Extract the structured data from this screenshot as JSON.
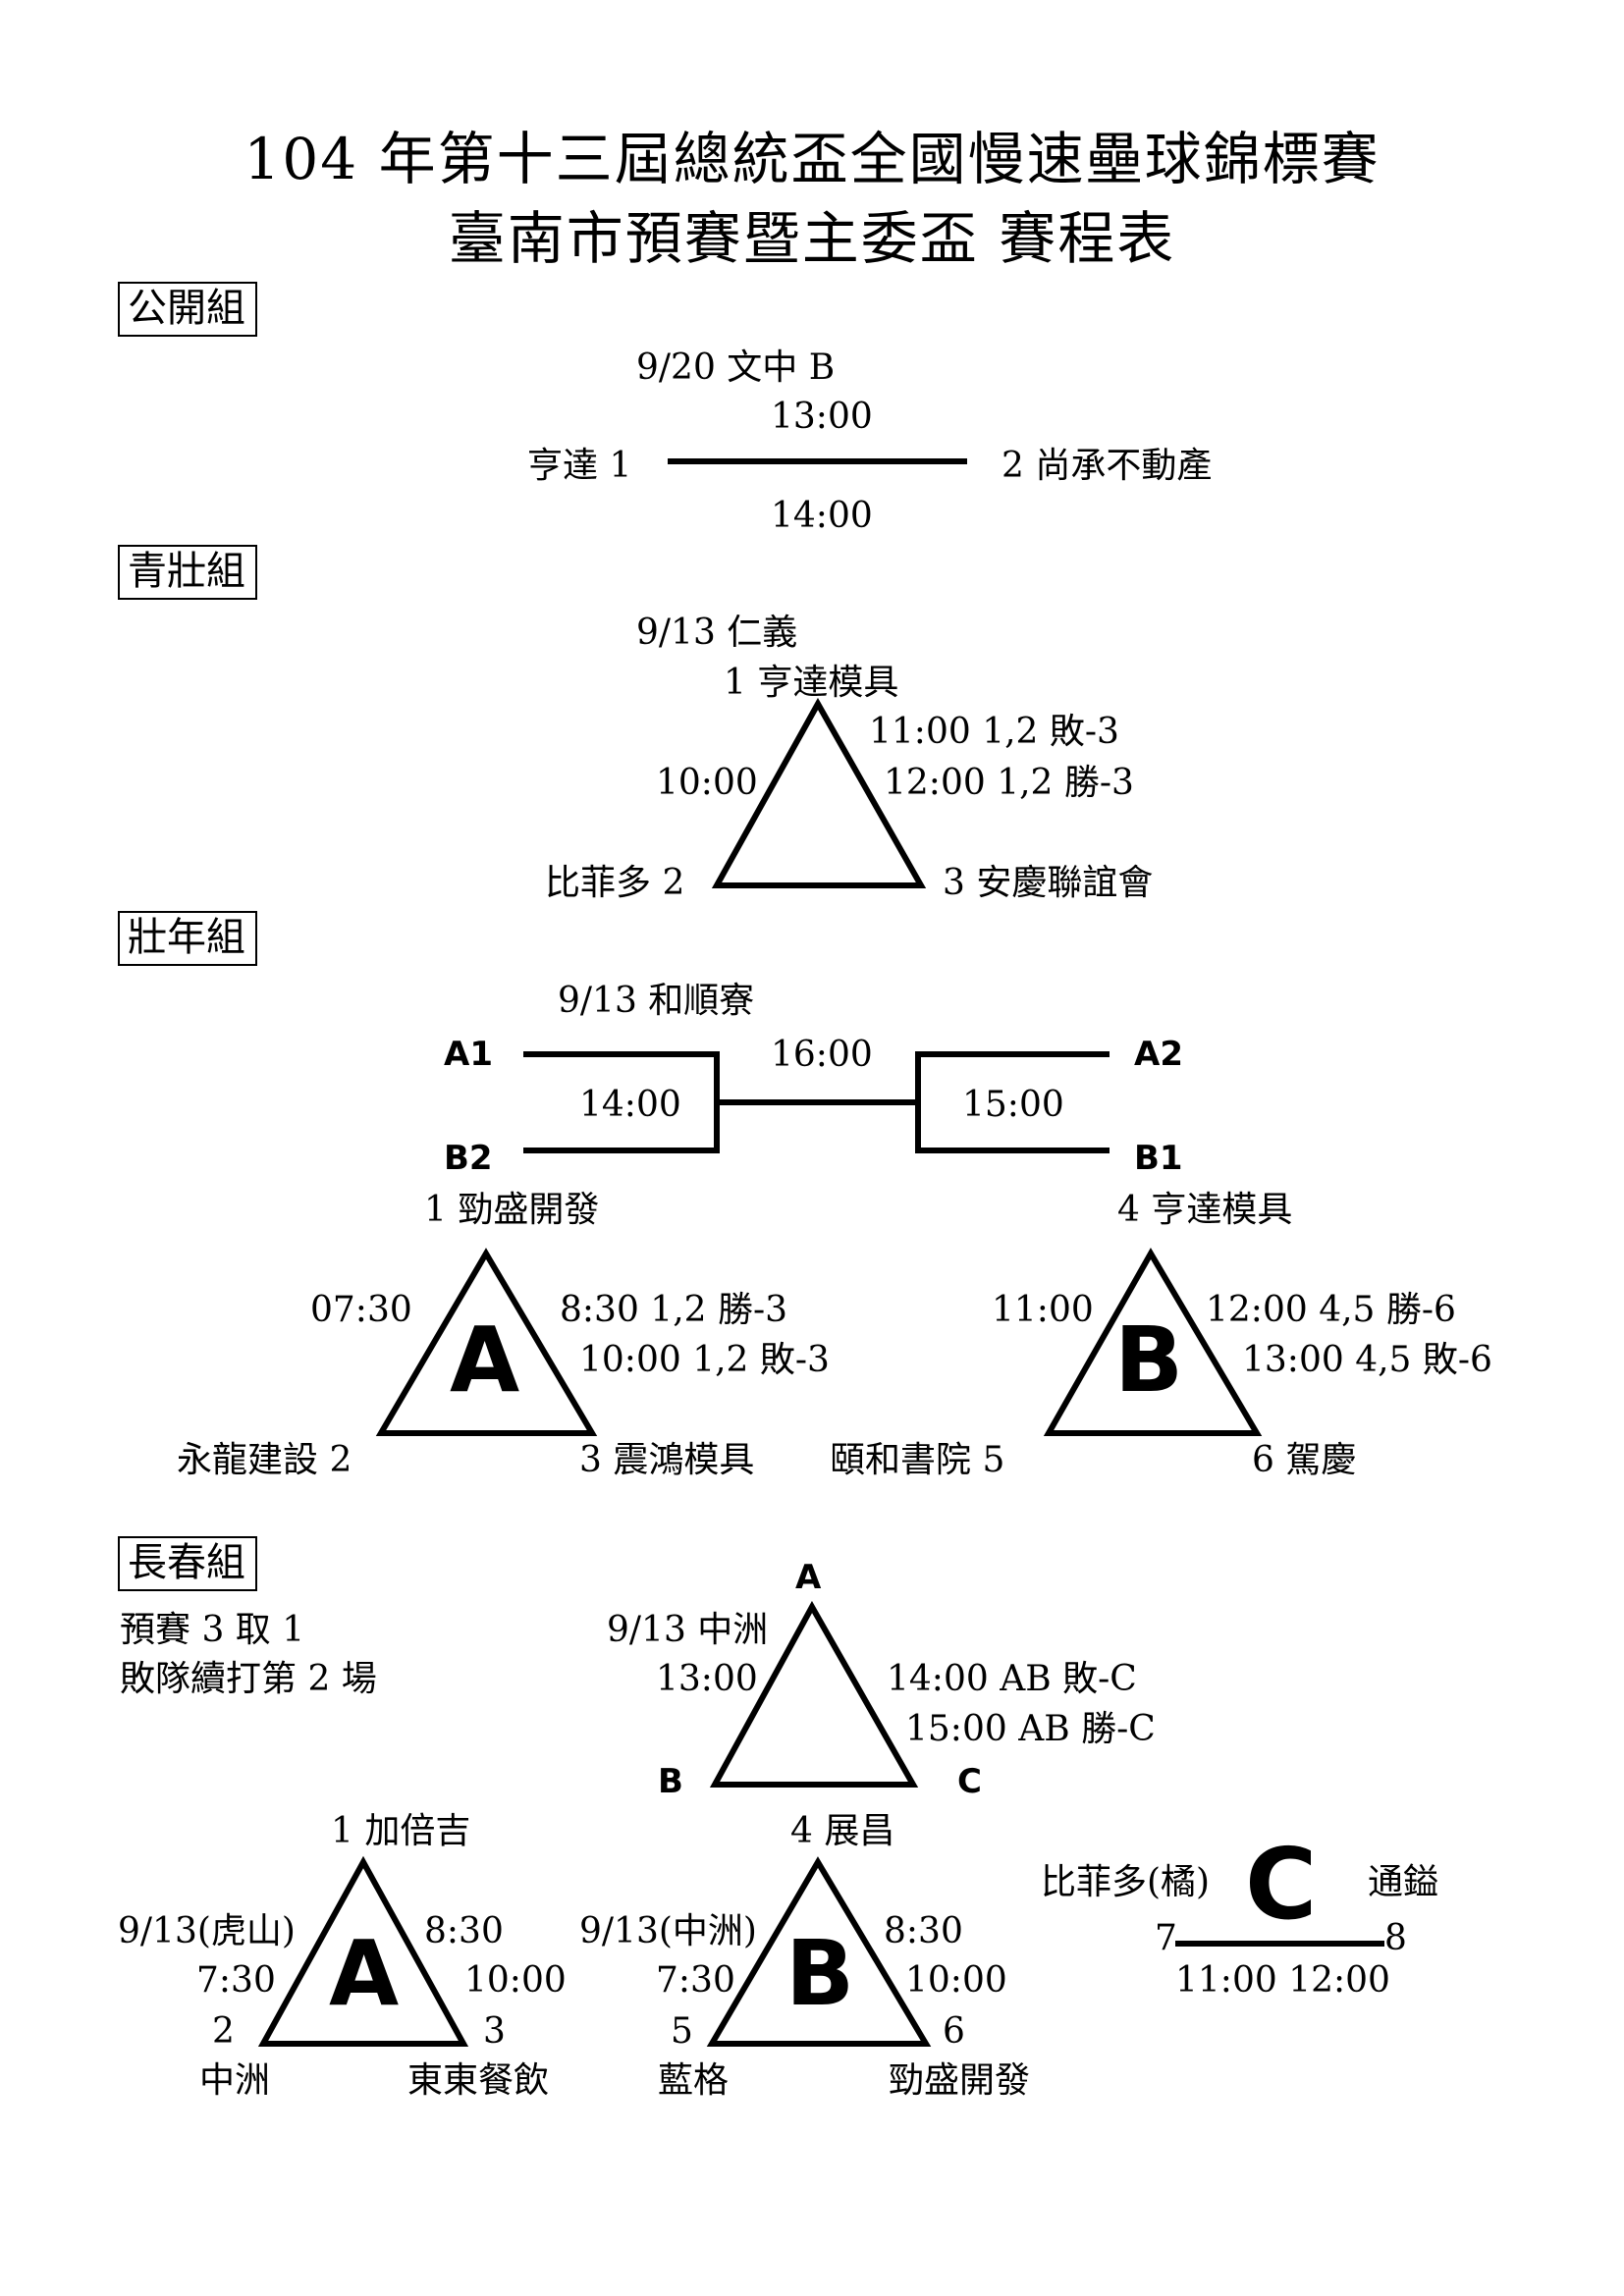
{
  "title": {
    "line1": "104 年第十三屆總統盃全國慢速壘球錦標賽",
    "line2": "臺南市預賽暨主委盃  賽程表"
  },
  "open": {
    "label": "公開組",
    "date_venue": "9/20  文中 B",
    "time_top": "13:00",
    "time_bottom": "14:00",
    "left": "亨達 1",
    "right": "2  尚承不動產"
  },
  "youth": {
    "label": "青壯組",
    "date_venue": "9/13  仁義",
    "top": "1  亨達模具",
    "note1": "11:00  1,2 敗-3",
    "note2": "12:00  1,2 勝-3",
    "left_time": "10:00",
    "bottom_left": "比菲多 2",
    "bottom_right": "3  安慶聯誼會"
  },
  "adult": {
    "label": "壯年組",
    "date_venue": "9/13  和順寮",
    "slots": {
      "a1": "A1",
      "b2": "B2",
      "a2": "A2",
      "b1": "B1"
    },
    "times": {
      "left": "14:00",
      "right": "15:00",
      "final": "16:00"
    },
    "groupA": {
      "letter": "A",
      "top": "1  勁盛開發",
      "left_time": "07:30",
      "note1": "8:30  1,2 勝-3",
      "note2": "10:00  1,2 敗-3",
      "bottom_left": "永龍建設 2",
      "bottom_right": "3  震鴻模具"
    },
    "groupB": {
      "letter": "B",
      "top": "4  亨達模具",
      "left_time": "11:00",
      "note1": "12:00  4,5 勝-6",
      "note2": "13:00  4,5 敗-6",
      "bottom_left": "頤和書院 5",
      "bottom_right": "6  駕慶"
    }
  },
  "senior": {
    "label": "長春組",
    "rule1": "預賽 3 取 1",
    "rule2": "敗隊續打第 2 場",
    "final": {
      "top": "A",
      "date_venue": "9/13  中洲",
      "left_time": "13:00",
      "note1": "14:00  AB 敗-C",
      "note2": "15:00  AB 勝-C",
      "bottom_left": "B",
      "bottom_right": "C"
    },
    "groupA": {
      "letter": "A",
      "top": "1  加倍吉",
      "date_venue": "9/13(虎山)",
      "left_time": "7:30",
      "right_time1": "8:30",
      "right_time2": "10:00",
      "num_left": "2",
      "num_right": "3",
      "name_left": "中洲",
      "name_right": "東東餐飲"
    },
    "groupB": {
      "letter": "B",
      "top": "4  展昌",
      "date_venue": "9/13(中洲)",
      "left_time": "7:30",
      "right_time1": "8:30",
      "right_time2": "10:00",
      "num_left": "5",
      "num_right": "6",
      "name_left": "藍格",
      "name_right": "勁盛開發"
    },
    "groupC": {
      "letter": "C",
      "left_team": "比菲多(橘)",
      "right_team": "通鎰",
      "num_left": "7",
      "num_right": "8",
      "times": "11:00  12:00"
    }
  }
}
